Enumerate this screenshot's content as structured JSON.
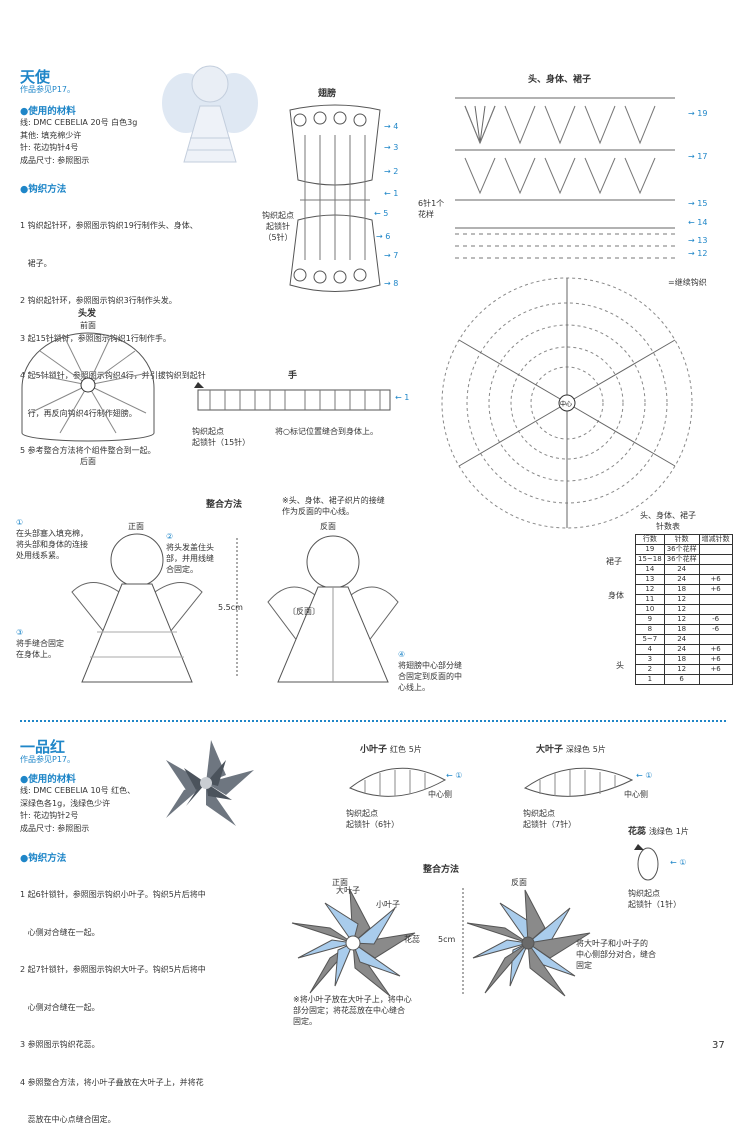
{
  "page_number": "37",
  "angel": {
    "title": "天使",
    "ref": "作品参见P17。",
    "materials_head": "●使用的材料",
    "materials": [
      "线: DMC CEBELIA 20号 白色3g",
      "其他: 填充棉少许",
      "针: 花边钩针4号",
      "成品尺寸: 参照图示"
    ],
    "method_head": "●钩织方法",
    "steps": [
      "1 钩织起针环，参照图示钩织19行制作头、身体、",
      "   裙子。",
      "2 钩织起针环，参照图示钩织3行制作头发。",
      "3 起15针锁针，参照图示钩织1行制作手。",
      "4 起5针锁针，参照图示钩织4行，并引拔钩织到起针",
      "   行，再反向钩织4行制作翅膀。",
      "5 参考整合方法将个组件整合到一起。"
    ],
    "wings_title": "翅膀",
    "wings_start": [
      "钩织起点",
      "起锁针",
      "（5针）"
    ],
    "wing_rows": [
      "4",
      "3",
      "2",
      "1",
      "5",
      "6",
      "7",
      "8"
    ],
    "body_title": "头、身体、裙子",
    "body_rows": [
      "19",
      "17",
      "15",
      "14",
      "13",
      "12"
    ],
    "six_stitch": [
      "6针1个",
      "花样"
    ],
    "cont_note": "=继续钩织",
    "hair_title": "头发",
    "hair_front": "前面",
    "hair_back": "后面",
    "hand_title": "手",
    "hand_start": [
      "钩织起点",
      "起锁针（15针）"
    ],
    "hand_note": "将○标记位置缝合到身体上。",
    "assembly_title": "整合方法",
    "assembly_note": [
      "※头、身体、裙子织片的接缝",
      "作为反面的中心线。"
    ],
    "front_label": "正面",
    "back_label": "反面",
    "reverse_label": "〔反面〕",
    "size": "5.5cm",
    "notes": {
      "n1": [
        "在头部塞入填充棉，",
        "将头部和身体的连接",
        "处用线系紧。"
      ],
      "n2": [
        "将头发盖住头",
        "部，并用线缝",
        "合固定。"
      ],
      "n3": [
        "将手缝合固定",
        "在身体上。"
      ],
      "n4": [
        "将翅膀中心部分缝",
        "合固定到反面的中",
        "心线上。"
      ]
    },
    "table_caption": [
      "头、身体、裙子",
      "针数表"
    ],
    "table_header": [
      "行数",
      "针数",
      "增减针数"
    ],
    "table_rows": [
      [
        "19",
        "36个花样",
        ""
      ],
      [
        "15~18",
        "36个花样",
        ""
      ],
      [
        "14",
        "24",
        ""
      ],
      [
        "13",
        "24",
        "+6"
      ],
      [
        "12",
        "18",
        "+6"
      ],
      [
        "11",
        "12",
        ""
      ],
      [
        "10",
        "12",
        ""
      ],
      [
        "9",
        "12",
        "-6"
      ],
      [
        "8",
        "18",
        "-6"
      ],
      [
        "5~7",
        "24",
        ""
      ],
      [
        "4",
        "24",
        "+6"
      ],
      [
        "3",
        "18",
        "+6"
      ],
      [
        "2",
        "12",
        "+6"
      ],
      [
        "1",
        "6",
        ""
      ]
    ],
    "table_groups": [
      "裙子",
      "身体",
      "头"
    ]
  },
  "poinsettia": {
    "title": "一品红",
    "ref": "作品参见P17。",
    "materials_head": "●使用的材料",
    "materials": [
      "线: DMC CEBELIA 10号 红色、",
      "深绿色各1g，浅绿色少许",
      "针: 花边钩针2号",
      "成品尺寸: 参照图示"
    ],
    "method_head": "●钩织方法",
    "steps": [
      "1 起6针锁针，参照图示钩织小叶子。钩织5片后将中",
      "   心侧对合缝在一起。",
      "2 起7针锁针，参照图示钩织大叶子。钩织5片后将中",
      "   心侧对合缝在一起。",
      "3 参照图示钩织花蕊。",
      "4 参照整合方法，将小叶子叠放在大叶子上，并将花",
      "   蕊放在中心点缝合固定。"
    ],
    "small_leaf": {
      "title": "小叶子",
      "color": "红色",
      "count": "5片",
      "start": [
        "钩织起点",
        "起锁针（6针）"
      ],
      "center": "中心侧"
    },
    "large_leaf": {
      "title": "大叶子",
      "color": "深绿色",
      "count": "5片",
      "start": [
        "钩织起点",
        "起锁针（7针）"
      ],
      "center": "中心侧"
    },
    "stamen": {
      "title": "花蕊",
      "color": "浅绿色",
      "count": "1片",
      "start": [
        "钩织起点",
        "起锁针（1针）"
      ]
    },
    "assembly_title": "整合方法",
    "front_label": "正面",
    "back_label": "反面",
    "labels": {
      "large": "大叶子",
      "small": "小叶子",
      "stamen": "花蕊"
    },
    "size": "5cm",
    "note_bottom": [
      "※将小叶子放在大叶子上，将中心",
      "部分固定；将花蕊放在中心缝合",
      "固定。"
    ],
    "note_right": [
      "将大叶子和小叶子的",
      "中心侧部分对合，缝合",
      "固定"
    ]
  },
  "colors": {
    "accent": "#1f86c8",
    "leaf_dark": "#8a8a8a",
    "leaf_light": "#a9ccec",
    "line": "#555555"
  }
}
